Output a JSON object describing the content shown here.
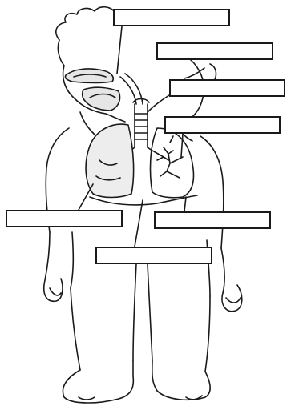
{
  "labels": [
    {
      "id": "box-1",
      "text": ""
    },
    {
      "id": "box-2",
      "text": ""
    },
    {
      "id": "box-3",
      "text": ""
    },
    {
      "id": "box-4",
      "text": ""
    },
    {
      "id": "box-5",
      "text": ""
    },
    {
      "id": "box-6",
      "text": ""
    },
    {
      "id": "box-7",
      "text": ""
    }
  ],
  "colors": {
    "line": "#1a1a1a",
    "background": "#ffffff"
  }
}
